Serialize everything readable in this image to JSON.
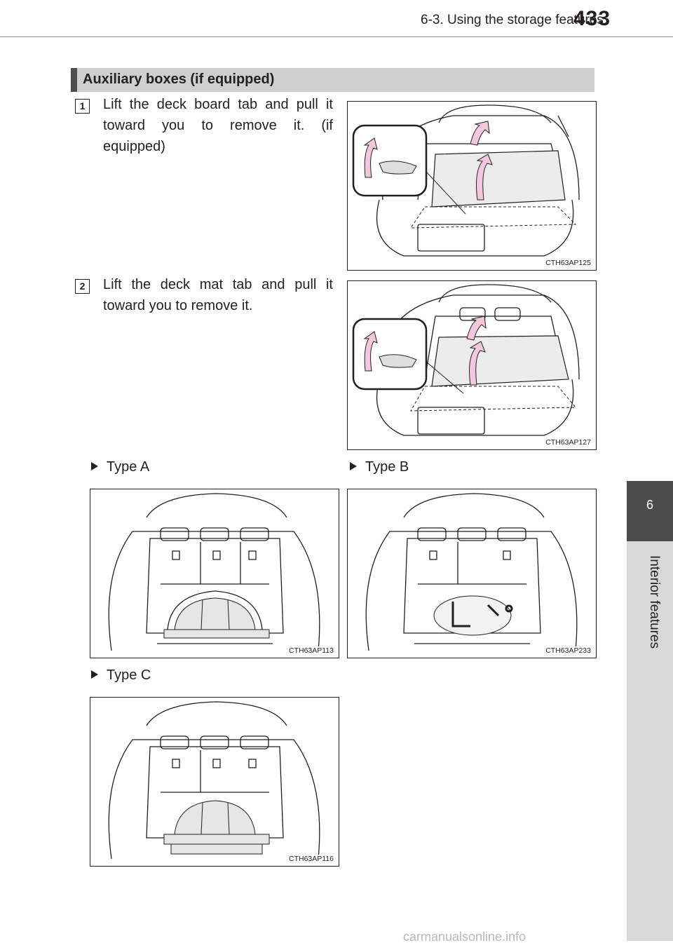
{
  "header": {
    "section_title": "6-3. Using the storage features",
    "page_number": "433"
  },
  "side_tab": {
    "chapter_number": "6",
    "chapter_label": "Interior features"
  },
  "section": {
    "title": "Auxiliary boxes (if equipped)"
  },
  "steps": [
    {
      "number": "1",
      "text": "Lift the deck board tab and pull it toward you to remove it. (if equipped)",
      "figure_code": "CTH63AP125"
    },
    {
      "number": "2",
      "text": "Lift the deck mat tab and pull it toward you to remove it.",
      "figure_code": "CTH63AP127"
    }
  ],
  "types": [
    {
      "label": "Type A",
      "figure_code": "CTH63AP113"
    },
    {
      "label": "Type B",
      "figure_code": "CTH63AP233"
    },
    {
      "label": "Type C",
      "figure_code": "CTH63AP116"
    }
  ],
  "footer": {
    "watermark": "carmanualsonline.info"
  },
  "colors": {
    "section_bar": "#cfcfcf",
    "section_strip": "#4d4d4d",
    "side_tab_dark": "#4c4c4c",
    "side_tab_light": "#d8d8d8",
    "arrow_pink": "#f4c8dc"
  }
}
